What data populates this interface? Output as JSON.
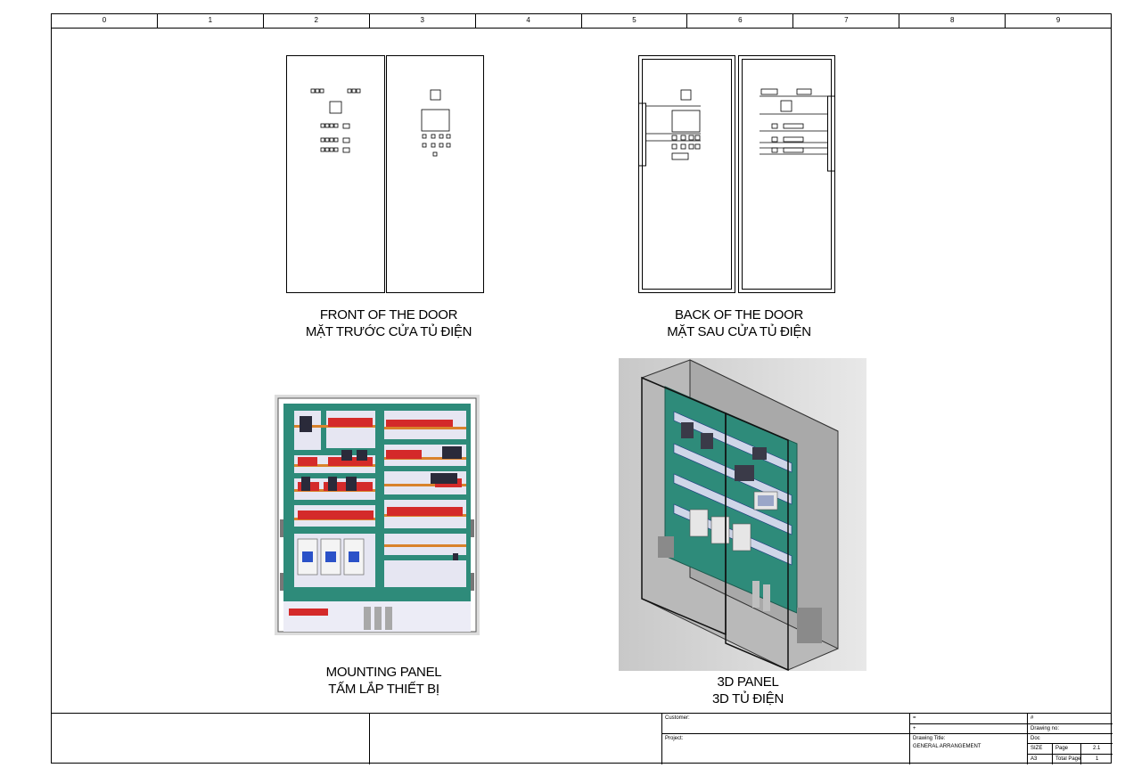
{
  "grid": {
    "columns": [
      "0",
      "1",
      "2",
      "3",
      "4",
      "5",
      "6",
      "7",
      "8",
      "9"
    ]
  },
  "views": {
    "front_door": {
      "caption_en": "FRONT OF THE DOOR",
      "caption_vi": "MẶT TRƯỚC CỬA TỦ ĐIỆN"
    },
    "back_door": {
      "caption_en": "BACK OF THE DOOR",
      "caption_vi": "MẶT SAU CỬA TỦ ĐIỆN"
    },
    "mounting_panel": {
      "caption_en": "MOUNTING PANEL",
      "caption_vi": "TẤM LẮP THIẾT BỊ"
    },
    "panel_3d": {
      "caption_en": "3D PANEL",
      "caption_vi": "3D TỦ ĐIỆN"
    }
  },
  "title_block": {
    "customer_label": "Customer:",
    "project_label": "Project:",
    "eq_sign": "=",
    "plus_sign": "+",
    "hash_sign": "#",
    "drawing_title_label": "Drawing Title:",
    "drawing_title_value": "GENERAL ARRANGEMENT",
    "drawing_no_label": "Drawing no:",
    "doc_label": "Doc",
    "size_label": "SIZE",
    "size_value": "A3",
    "page_label": "Page",
    "page_value": "2.1",
    "total_page_label": "Total Page",
    "total_page_value": "1"
  },
  "colors": {
    "panel_green": "#2e8b7a",
    "busbar_orange": "#d9822b",
    "component_red": "#d42a2a",
    "blue_label": "#2b52c8"
  }
}
